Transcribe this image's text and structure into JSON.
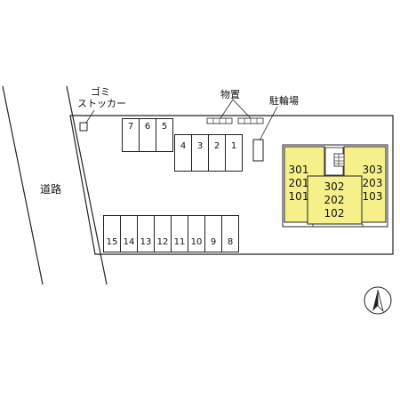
{
  "labels": {
    "road": "道路",
    "garbage_line1": "ゴミ",
    "garbage_line2": "ストッカー",
    "storage": "物置",
    "bicycle": "駐輪場"
  },
  "parking": {
    "top_left": [
      "7",
      "6",
      "5"
    ],
    "top_right": [
      "4",
      "3",
      "2",
      "1"
    ],
    "bottom": [
      "15",
      "14",
      "13",
      "12",
      "11",
      "10",
      "9",
      "8"
    ]
  },
  "units": {
    "left": [
      "301",
      "201",
      "101"
    ],
    "center": [
      "302",
      "202",
      "102"
    ],
    "right": [
      "303",
      "203",
      "103"
    ]
  },
  "colors": {
    "building": "#f7f08a",
    "line": "#222222"
  },
  "icons": [
    "north-arrow-icon",
    "stairs-icon"
  ]
}
